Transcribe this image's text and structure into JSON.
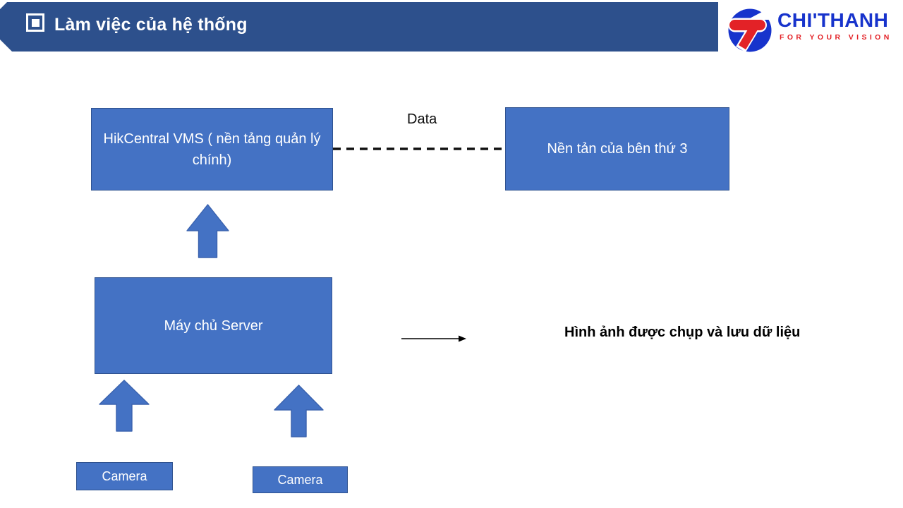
{
  "header": {
    "title": "Làm việc của hệ thống",
    "bar_color": "#2D508C"
  },
  "logo": {
    "name": "CHI'THANH",
    "tagline": "FOR YOUR VISION",
    "brand_blue": "#1733CC",
    "brand_red": "#E32227"
  },
  "diagram": {
    "colors": {
      "box_fill": "#4472C4",
      "box_border": "#2F528F",
      "arrow_fill": "#4472C4"
    },
    "boxes": [
      {
        "id": "hikcentral",
        "label": "HikCentral VMS ( nền tảng quản lý chính)"
      },
      {
        "id": "third_party",
        "label": "Nền tản của bên thứ 3"
      },
      {
        "id": "server",
        "label": "Máy chủ Server"
      },
      {
        "id": "camera1",
        "label": "Camera"
      },
      {
        "id": "camera2",
        "label": "Camera"
      }
    ],
    "connector_label": "Data",
    "caption": "Hình ảnh được chụp và lưu dữ liệu"
  }
}
